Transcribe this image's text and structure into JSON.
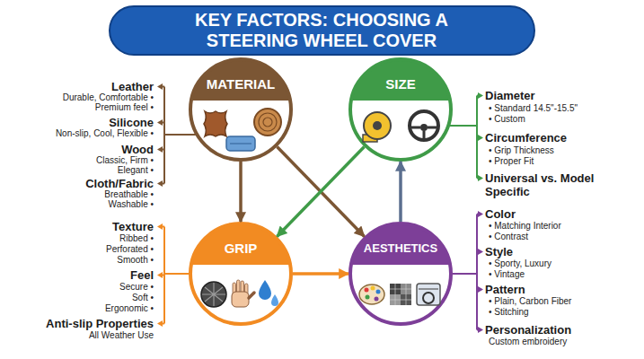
{
  "diagram": {
    "title": "KEY FACTORS: CHOOSING A STEERING WHEEL COVER",
    "nodes": [
      {
        "text": [
          "MATERIAL"
        ]
      },
      {
        "text": [
          "SIZE"
        ]
      },
      {
        "text": [
          "GRIP"
        ]
      },
      {
        "text": [
          "AESTHETICS"
        ]
      }
    ],
    "edges": [
      {
        "from": 0,
        "to": 2,
        "arrow": "to"
      },
      {
        "from": 0,
        "to": 3,
        "arrow": "to"
      },
      {
        "from": 1,
        "to": 2,
        "arrow": "to"
      },
      {
        "from": 3,
        "to": 1,
        "arrow": "to"
      },
      {
        "from": 2,
        "to": 3,
        "arrow": "to"
      }
    ],
    "labels": [
      "Leather",
      "Durable, Comfortable •",
      "Premium feel •",
      "Silicone",
      "Non-slip, Cool, Flexible •",
      "Wood",
      "Classic, Firm •",
      "Elegant •",
      "Cloth/Fabric",
      "Breathable •",
      "Washable •",
      "Texture",
      "Ribbed •",
      "Perforated •",
      "Smooth •",
      "Feel",
      "Secure •",
      "Soft •",
      "Ergonomic •",
      "Anti-slip Properties",
      "All Weather Use",
      "Diameter",
      "• Standard 14.5\"-15.5\"",
      "• Custom",
      "Circumference",
      "• Grip Thickness",
      "• Proper Fit",
      "Universal vs. Model Specific",
      "Color",
      "• Matching Interior",
      "• Contrast",
      "Style",
      "• Sporty, Luxury",
      "• Vintage",
      "Pattern",
      "• Plain, Carbon Fiber",
      "• Stitching",
      "Personalization",
      "Custom embroidery"
    ]
  }
}
